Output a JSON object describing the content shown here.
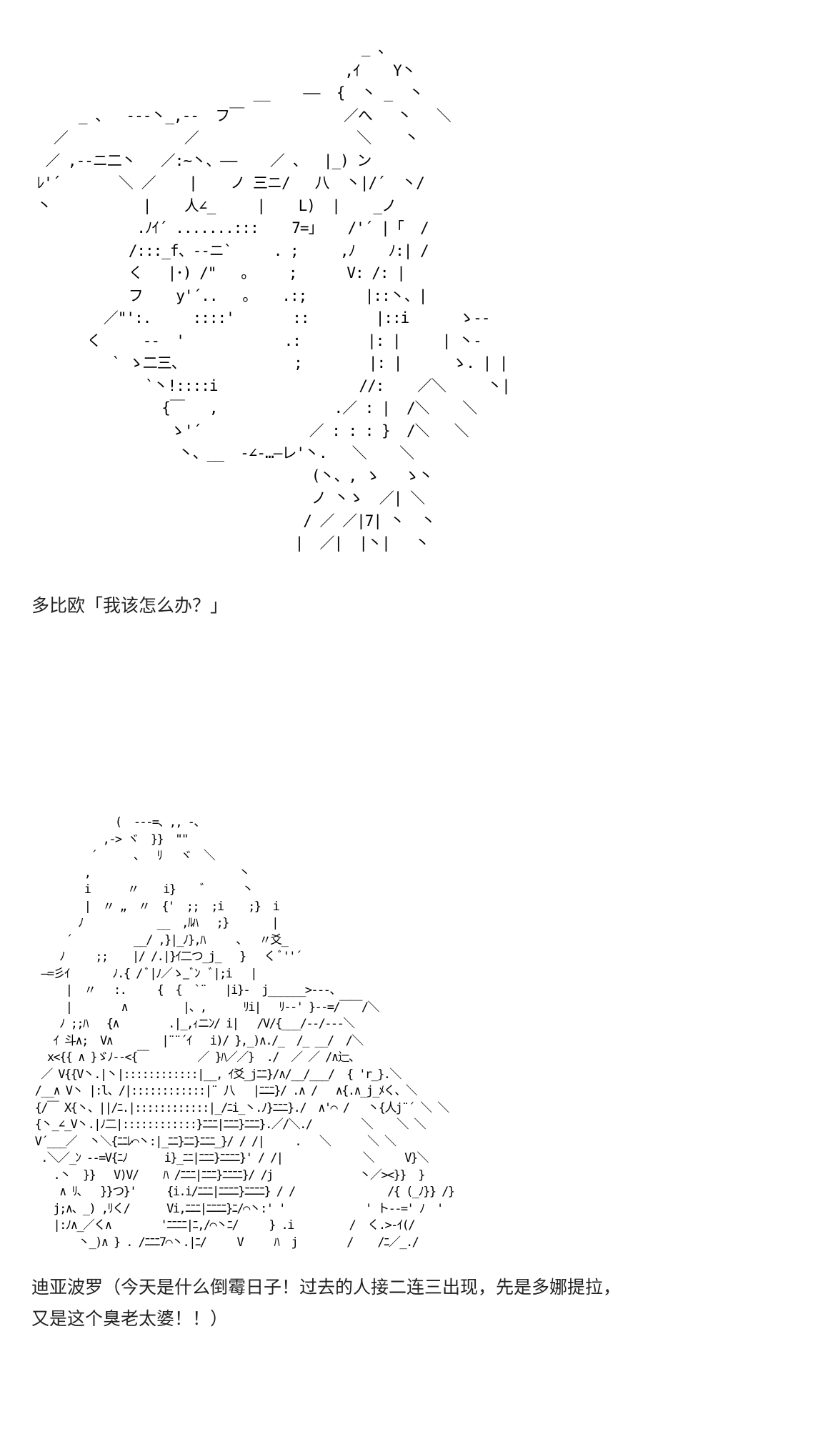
{
  "panel1": {
    "ascii_art": [
      "                                        _ 、",
      "                                      ,ｲ    Y丶",
      "                           __    ――  {  丶 _  丶",
      "      _ 、  ---丶_,--  フ￣            ／へ   丶   ＼",
      "   ／              ／                   ＼    丶",
      "  ／ ,--ニ二丶   ／:~丶、――    ／ 、  |_) ン",
      " ﾚ'´       ＼ ／    |    ノ 三ニ/   八  丶|/´  丶/",
      " 丶           |    人∠_     |    L)  |    _ノ",
      "             .ﾉｲ´ .......:::    7=」   /'´ |「  /",
      "            /:::_f、--ニ`     . ;     ,ﾉ    ﾉ:| /",
      "            く   |･) /\"   。    ;      V: /: |",
      "            フ    y'´..   。   .:;       |::丶、|",
      "         ／\"':.     ::::'       ::        |::i      ゝ--",
      "       く     --  '            .:        |: |     | 丶-",
      "          ` ゝ二三、             ;        |: |      ゝ. | |",
      "              `丶!::::i                 //:    ／＼     丶|",
      "                {￣   ,              .／ : |  /＼    ＼",
      "                 ゝ'´             ／ : : : }  /＼   ＼",
      "                  丶、__  -∠-…―レ'丶.   ＼    ＼",
      "                                  (丶、, ゝ   ゝ丶",
      "                                  ノ 丶ゝ  ／| ＼",
      "                                 / ／ ／|7| 丶  丶",
      "                                |  ／|  |丶|   丶"
    ],
    "caption": "多比欧「我该怎么办？」"
  },
  "panel2": {
    "ascii_art": [
      "              (  ---=、,, -、",
      "            ,-> ヾ  }}  \"\"",
      "          ´      、  ﾘ   ヾ  ＼",
      "         ,                        丶",
      "         i      〃    i}    ゛     丶",
      "         |  〃 „  〃  {'  ;;  ;i    ;}  i",
      "        ﾉ            __  ,ﾙﾊ   ;}       |",
      "      ´          __/ ,}|_ﾉ},ﾊ     、  〃爻_",
      "     ﾉ     ;;    |/ /.|}ｲ二つ_j_   }   く ﾞ''´",
      "  ―=彡ｲ       ﾉ.{ / ﾞ|ﾉ／ゝ_ﾞﾝ  ﾞ|;i   |",
      "      |  〃   :.     {  {  `¨   |i}-  j______>---、",
      "      |        ∧         |、,      ﾘi|   ﾘ--' }--=/￣￣/＼",
      "     ﾉ ;;ﾊ   {∧        .|_,ｨニﾝ/ i|   /V/{___/--/---＼",
      "    ｲ 斗∧;  V∧        |¨¨´ｲ   i)/ },_)∧./_  /_ __/  /＼",
      "   x<{{ ∧ }ゞﾉ--<{￣        ／ }ﾊ／／}  ./  ／ ／ /∧辷、",
      "  ／ V{{V丶.|丶|::::::::::::|__, ｲ爻_jﾆﾆ}/∧/__/___/  { 'r_}.＼",
      " /__∧ V丶 |:l、/|::::::::::::|¨ 八   |ﾆﾆﾆ}/ .∧ /   ∧{.∧_j_ﾒく、＼",
      " {/￣ X{丶、||/ﾆ.|::::::::::::|_/ﾆi_丶.ﾉ}ﾆﾆﾆ}./  ∧'⌒ /   丶{人j¨´ ＼ ＼",
      " {丶_∠_V丶.|ﾉ二|::::::::::::}ﾆﾆﾆ|ﾆﾆﾆ}ﾆﾆﾆ}.／/＼./        ＼    ＼ ＼",
      " V´___／  丶＼{ﾆﾆﾚ⌒丶:|_ﾆﾆ}ﾆﾆ}ﾆﾆﾆ_}/ / /|     .   ＼      ＼ ＼",
      "  .＼／_ﾝ --=V{ﾆﾉ      i}_ﾆﾆ|ﾆﾆﾆ}ﾆﾆﾆﾆ}' / /|             ＼     V}＼",
      "    .丶  }}   V)V/    ﾊ /ﾆﾆﾆ|ﾆﾆﾆ}ﾆﾆﾆﾆ}/ /j              丶／><}}  }",
      "     ∧ ﾘ、  }}つ}'     {i.i/ﾆﾆﾆ|ﾆﾆﾆﾆ}ﾆﾆﾆﾆ} / /               /{ (_ﾉ}} /}",
      "    j;∧、_) ,ﾘく/      Vi,ﾆﾆﾆ|ﾆﾆﾆﾆ}ﾆ/⌒丶:' '             ' ト--=' ﾉ  '",
      "    |:ﾉ∧_／く∧        'ﾆﾆﾆﾆ|ﾆ,/⌒丶ﾆ/     } .i         /  く.>-ｲ(/",
      "        丶_)∧ } . /ﾆﾆﾆ7⌒丶.|ﾆ/     V     ﾊ  j        /    /ﾆ／_./"
    ],
    "caption_lines": [
      "迪亚波罗（今天是什么倒霉日子！过去的人接二连三出现，先是多娜提拉，",
      "又是这个臭老太婆！！）"
    ]
  }
}
